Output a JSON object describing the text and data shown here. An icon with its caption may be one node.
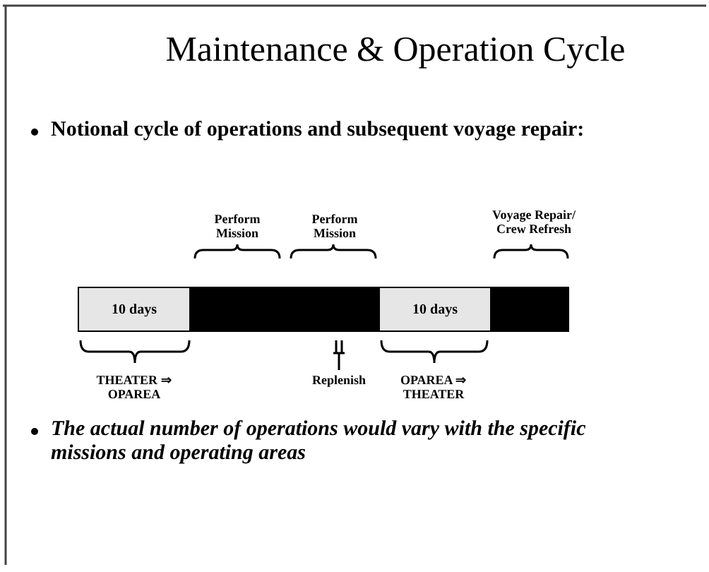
{
  "diagram": {
    "title": "Maintenance & Operation Cycle",
    "nodes": [
      {
        "text": [
          "10 days"
        ]
      },
      {
        "text": [],
        "shape": "bar"
      },
      {
        "text": [
          "10 days"
        ]
      },
      {
        "text": [],
        "shape": "bar"
      }
    ],
    "edges": [],
    "labels": [
      "Notional cycle of operations and subsequent voyage repair:",
      "Perform Mission",
      "Perform Mission",
      "Voyage Repair/ Crew Refresh",
      "THEATER ⇒ OPAREA",
      "Replenish",
      "OPAREA ⇒ THEATER",
      "The actual number of operations would vary with the specific missions and operating areas"
    ]
  }
}
